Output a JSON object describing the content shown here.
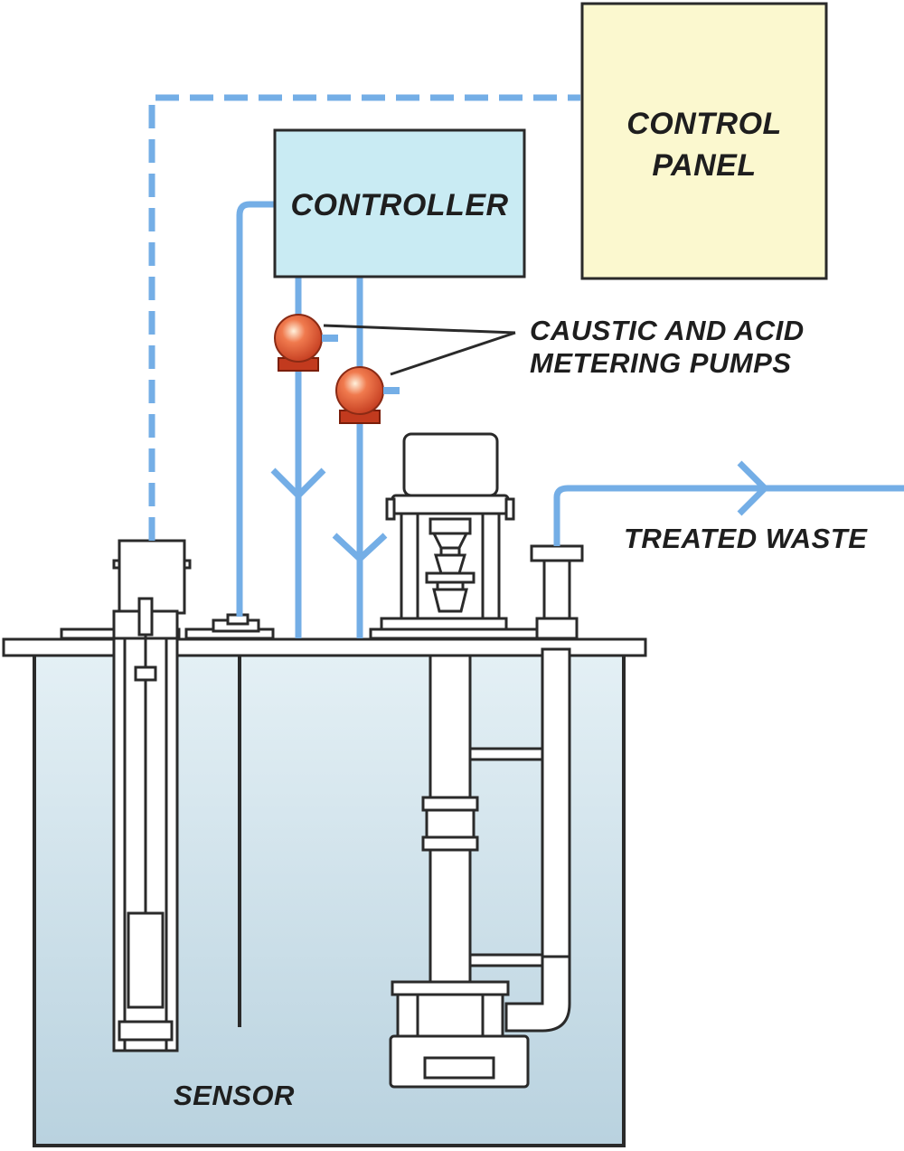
{
  "labels": {
    "control_panel_line1": "CONTROL",
    "control_panel_line2": "PANEL",
    "controller": "CONTROLLER",
    "pumps_line1": "CAUSTIC AND ACID",
    "pumps_line2": "METERING PUMPS",
    "treated_waste": "TREATED WASTE",
    "sensor": "SENSOR"
  },
  "colors": {
    "line_blue": "#74aee6",
    "controller_fill": "#c9ebf3",
    "control_panel_fill": "#fbf8cf",
    "pump_red": "#e35535",
    "tank_water": "#dcebf2",
    "outline": "#2a2a2a"
  }
}
